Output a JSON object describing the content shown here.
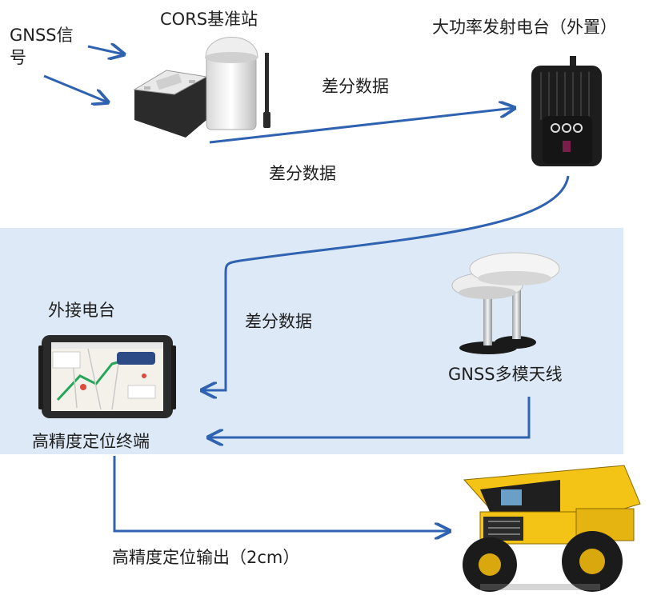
{
  "labels": {
    "gnss_signal": "GNSS信号",
    "cors_station": "CORS基准站",
    "high_power_radio": "大功率发射电台（外置）",
    "diff_data_top": "差分数据",
    "diff_data_mid": "差分数据",
    "diff_data_panel": "差分数据",
    "external_radio": "外接电台",
    "gnss_antenna": "GNSS多模天线",
    "terminal": "高精度定位终端",
    "output": "高精度定位输出（2cm）"
  },
  "colors": {
    "arrow": "#2f62b0",
    "panel_bg": "#dde9f6",
    "truck_yellow": "#f3c315"
  },
  "icons": {
    "cors": "cors-base-station-icon",
    "radio": "radio-transmitter-icon",
    "antenna": "gnss-antenna-icon",
    "tablet": "tablet-terminal-icon",
    "truck": "mining-dump-truck-icon"
  }
}
